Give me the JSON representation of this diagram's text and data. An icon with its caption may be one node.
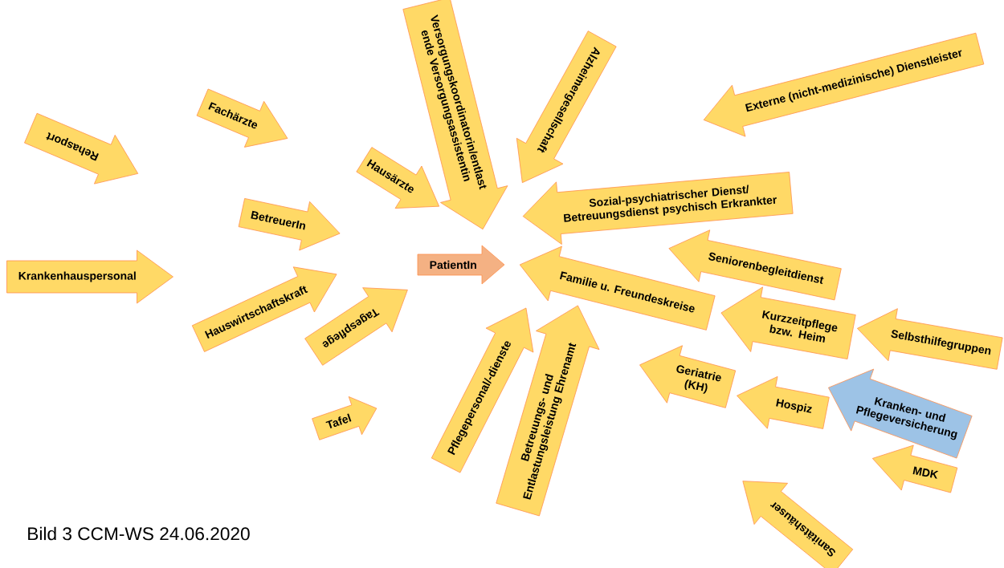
{
  "diagram": {
    "caption": "Bild 3 CCM-WS 24.06.2020",
    "nodes": [
      {
        "text": [
          "Rehasport"
        ]
      },
      {
        "text": [
          "Fachärzte"
        ]
      },
      {
        "text": [
          "Versorgungskoordinatorin/entlast ende Versorgungsassistentin"
        ]
      },
      {
        "text": [
          "Alzheimergesellschaft"
        ]
      },
      {
        "text": [
          "Hausärzte"
        ]
      },
      {
        "text": [
          "Externe (nicht-medizinische) Dienstleister"
        ]
      },
      {
        "text": [
          "Sozial-psychiatrischer Dienst/ Betreuungsdienst psychisch Erkrankter"
        ]
      },
      {
        "text": [
          "BetreuerIn"
        ]
      },
      {
        "text": [
          "PatientIn"
        ]
      },
      {
        "text": [
          "Krankenhauspersonal"
        ]
      },
      {
        "text": [
          "Hauswirtschaftskraft"
        ]
      },
      {
        "text": [
          "Tagespflege"
        ]
      },
      {
        "text": [
          "Familie u. Freundeskreise"
        ]
      },
      {
        "text": [
          "Seniorenbegleitdienst"
        ]
      },
      {
        "text": [
          "Pflegepersonal/-dienste"
        ]
      },
      {
        "text": [
          "Betreuungs- und Entlastungsleistung Ehrenamt"
        ]
      },
      {
        "text": [
          "Kurzzeitpflege bzw. Heim"
        ]
      },
      {
        "text": [
          "Selbsthilfegruppen"
        ]
      },
      {
        "text": [
          "Geriatrie (KH)"
        ]
      },
      {
        "text": [
          "Tafel"
        ]
      },
      {
        "text": [
          "Hospiz"
        ]
      },
      {
        "text": [
          "Kranken- und Pflegeversicherung"
        ]
      },
      {
        "text": [
          "MDK"
        ]
      },
      {
        "text": [
          "Sanitätshäuser"
        ]
      }
    ]
  }
}
